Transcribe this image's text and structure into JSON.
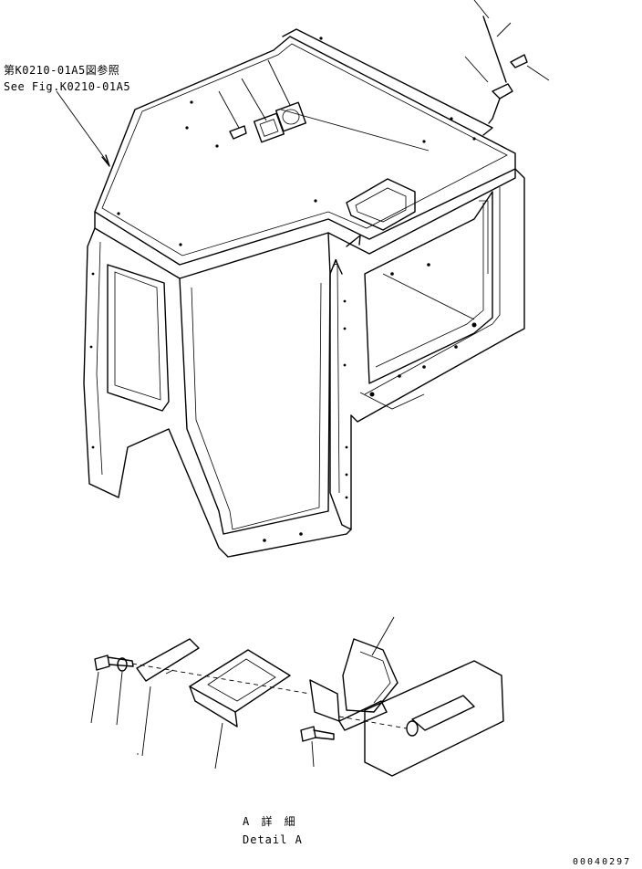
{
  "reference": {
    "japanese": "第K0210-01A5図参照",
    "english": "See Fig.K0210-01A5"
  },
  "detail_label": {
    "japanese": "A 詳 細",
    "english": "Detail A"
  },
  "drawing_number": "00040297",
  "view_marker": "A"
}
